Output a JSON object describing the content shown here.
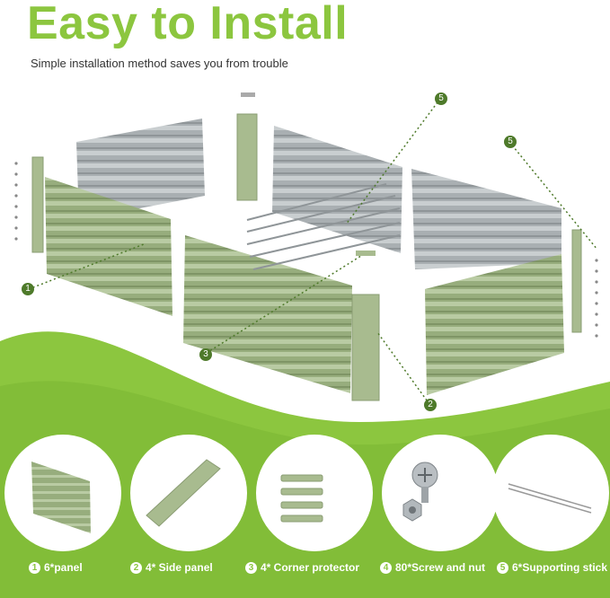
{
  "header": {
    "title": "Easy to Install",
    "subtitle": "Simple installation method saves you from trouble"
  },
  "callouts": [
    "1",
    "2",
    "3",
    "5",
    "5"
  ],
  "parts": [
    {
      "num": "1",
      "label": "6*panel"
    },
    {
      "num": "2",
      "label": "4* Side panel"
    },
    {
      "num": "3",
      "label": "4* Corner protector"
    },
    {
      "num": "4",
      "label": "80*Screw and nut"
    },
    {
      "num": "5",
      "label": "6*Supporting stick"
    }
  ],
  "colors": {
    "accent": "#8cc63f",
    "panel_green": "#a3b98a",
    "panel_gray": "#b7bdbf",
    "callout_dark": "#4e7a2a"
  }
}
